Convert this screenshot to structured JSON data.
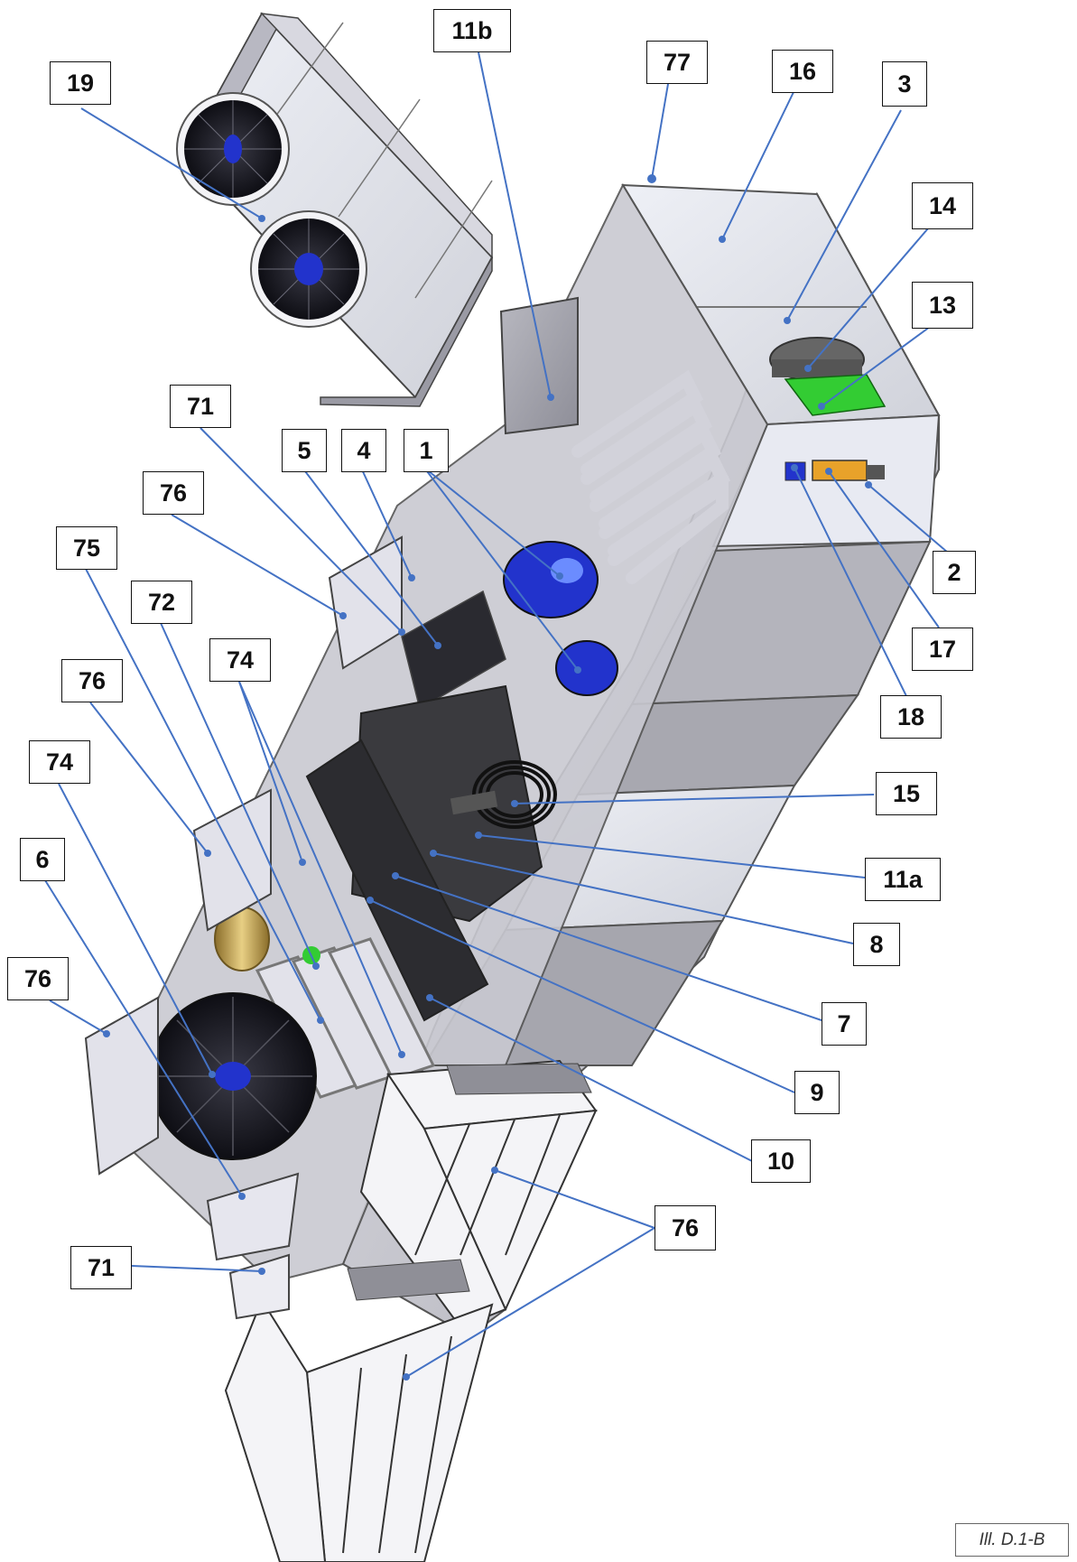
{
  "figure": {
    "caption": "Ill. D.1-B",
    "callouts": [
      "19",
      "11b",
      "77",
      "16",
      "3",
      "14",
      "13",
      "71",
      "5",
      "4",
      "1",
      "76",
      "75",
      "72",
      "74",
      "76",
      "74",
      "6",
      "76",
      "2",
      "17",
      "18",
      "15",
      "11a",
      "8",
      "7",
      "9",
      "10",
      "76",
      "71"
    ]
  },
  "colors": {
    "leader_line": "#4472c4",
    "fan_blue": "#2233cc",
    "panel_grey": "#c8c8cc",
    "dark_panel": "#3a3a3e",
    "frame_edge": "#555560",
    "compressor_green": "#33cc33",
    "cylinder_brass": "#d4b060"
  }
}
